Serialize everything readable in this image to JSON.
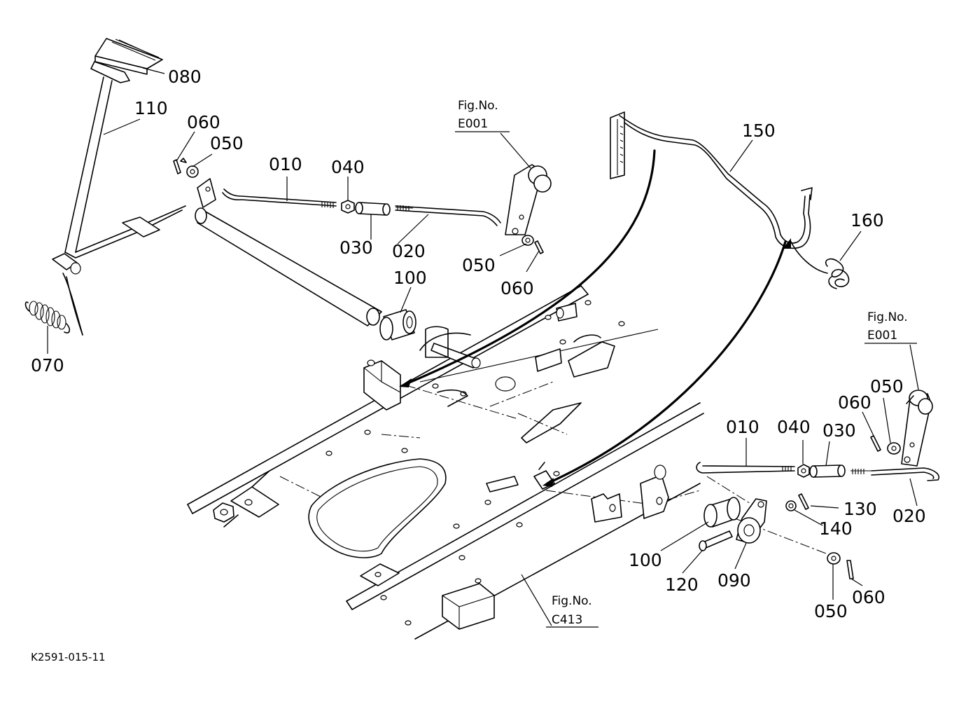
{
  "diagram": {
    "labels": {
      "l080": "080",
      "l110": "110",
      "l060a": "060",
      "l050a": "050",
      "l010a": "010",
      "l040a": "040",
      "l030a": "030",
      "l020a": "020",
      "l050b": "050",
      "l060b": "060",
      "l100a": "100",
      "l070": "070",
      "l150": "150",
      "l160": "160",
      "l010b": "010",
      "l040b": "040",
      "l030b": "030",
      "l060c": "060",
      "l050c": "050",
      "l020b": "020",
      "l130": "130",
      "l140": "140",
      "l100b": "100",
      "l120": "120",
      "l090": "090",
      "l050d": "050",
      "l060d": "060"
    },
    "refs": {
      "e001a_title": "Fig.No.",
      "e001a_code": "E001",
      "e001b_title": "Fig.No.",
      "e001b_code": "E001",
      "c413_title": "Fig.No.",
      "c413_code": "C413"
    },
    "drawing_code": "K2591-015-11"
  }
}
